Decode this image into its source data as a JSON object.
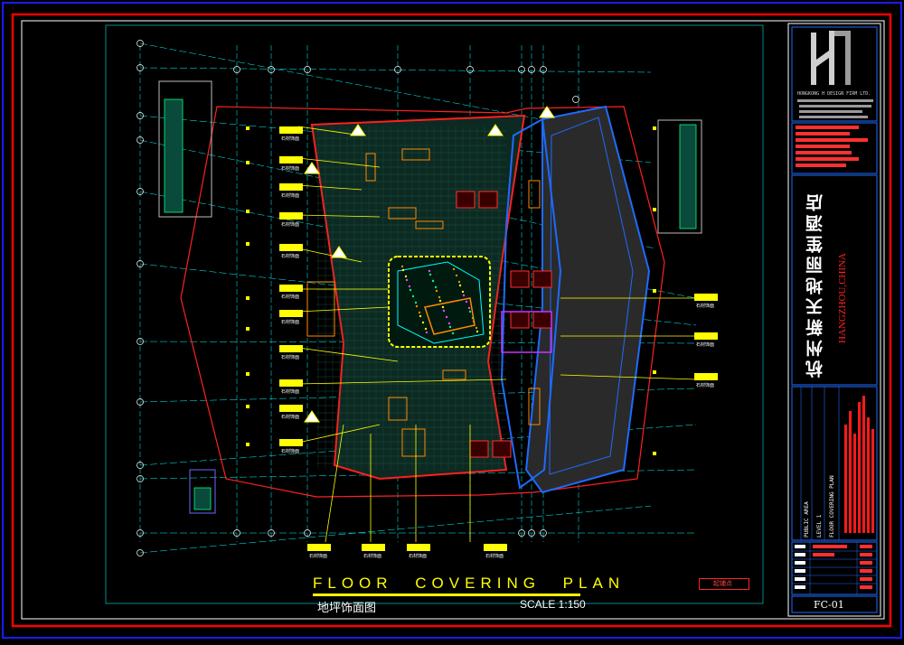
{
  "plan": {
    "title": "FLOOR   COVERING   PLAN",
    "subtitle": "地坪饰面图",
    "scale": "SCALE 1:150"
  },
  "title_block": {
    "company_en": "HONGKONG H DESIGN FIRM LTD.",
    "project_name_cn": "杭州新天地丽笙酒店",
    "project_name_en": "HANGZHOU,CHINA",
    "area": "PUBLIC AREA",
    "level": "LEVEL 1",
    "drawing": "FLOOR COVERING PLAN",
    "sheet_no": "FC-01"
  },
  "annotations": {
    "material_tag": "石材饰面"
  },
  "legend": {
    "label": "起铺点"
  },
  "colors": {
    "border_outer": "#1a1aff",
    "border_red": "#ff0000",
    "frame": "#ffffff",
    "grid": "#00ffff",
    "wall_red": "#ff2020",
    "blue": "#1e6bff",
    "tag_yellow": "#ffff00",
    "orange": "#ff8800",
    "magenta": "#cc33ff"
  }
}
